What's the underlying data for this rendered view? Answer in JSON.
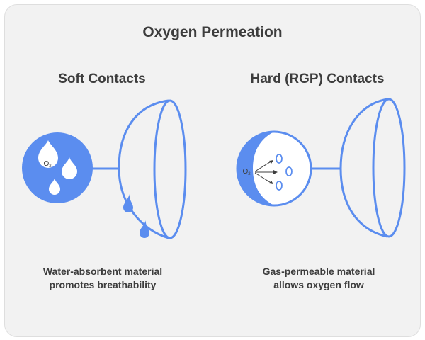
{
  "title": "Oxygen Permeation",
  "panels": [
    {
      "heading": "Soft Contacts",
      "molecule": {
        "base": "O",
        "subscript": "2"
      },
      "caption_lines": [
        "Water-absorbent material",
        "promotes breathability"
      ]
    },
    {
      "heading": "Hard (RGP) Contacts",
      "molecule": {
        "base": "O",
        "subscript": "2"
      },
      "caption_lines": [
        "Gas-permeable material",
        "allows oxygen flow"
      ]
    }
  ],
  "colors": {
    "accent": "#5b8def",
    "card_background": "#f2f2f2",
    "text": "#3d3d3d",
    "white": "#ffffff"
  },
  "icons": {
    "soft_circle": "water-droplets-icon",
    "soft_lens": "soft-contact-lens-icon",
    "rgp_circle": "oxygen-molecules-icon",
    "rgp_lens": "rgp-contact-lens-icon"
  }
}
